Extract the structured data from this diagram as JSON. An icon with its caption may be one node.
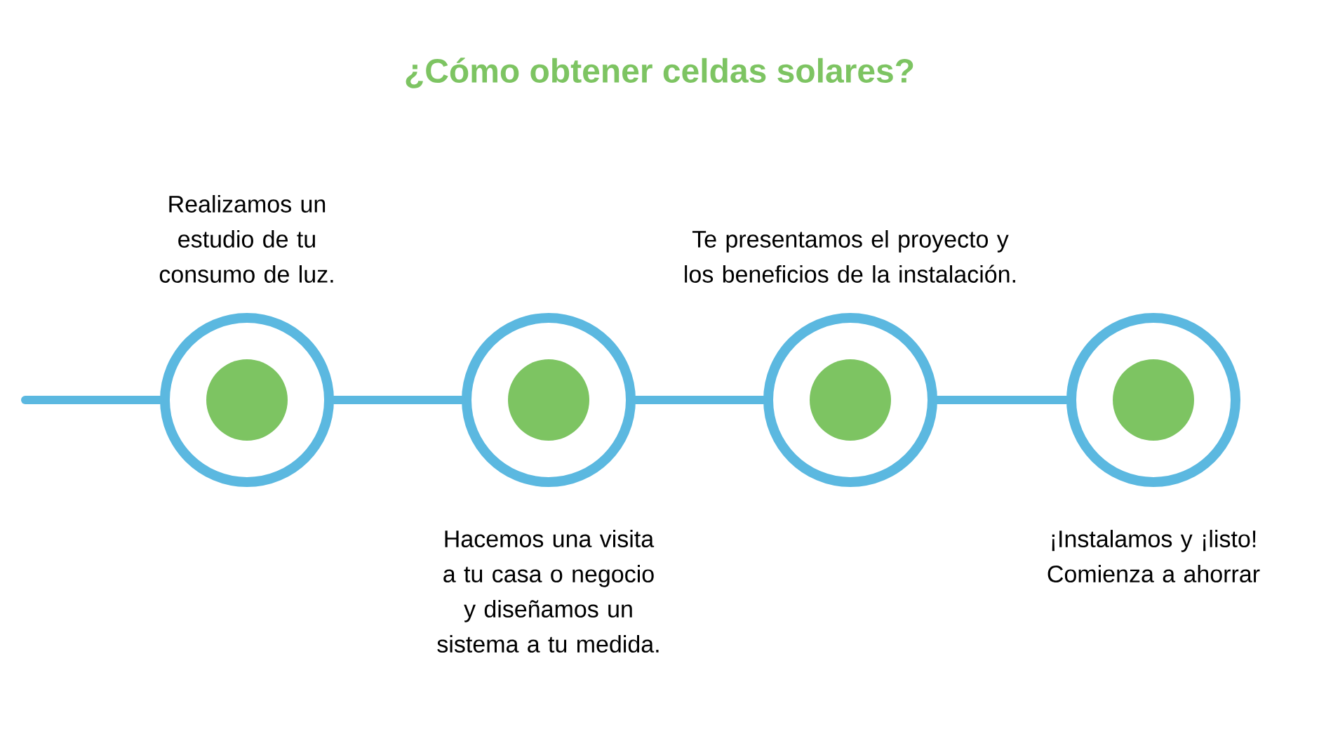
{
  "diagram": {
    "title": "¿Cómo obtener celdas solares?",
    "nodes": [
      {
        "text": [
          "Realizamos un estudio de tu consumo de luz."
        ]
      },
      {
        "text": [
          "Hacemos una visita a tu casa o negocio y diseñamos un sistema a tu medida."
        ]
      },
      {
        "text": [
          "Te presentamos el proyecto y los beneficios de la instalación."
        ]
      },
      {
        "text": [
          "¡Instalamos y ¡listo! Comienza a ahorrar"
        ]
      }
    ],
    "edges": [
      {
        "from": null,
        "to": 0,
        "arrow": "none"
      },
      {
        "from": 0,
        "to": 1,
        "arrow": "none"
      },
      {
        "from": 1,
        "to": 2,
        "arrow": "none"
      },
      {
        "from": 2,
        "to": 3,
        "arrow": "none"
      }
    ]
  }
}
